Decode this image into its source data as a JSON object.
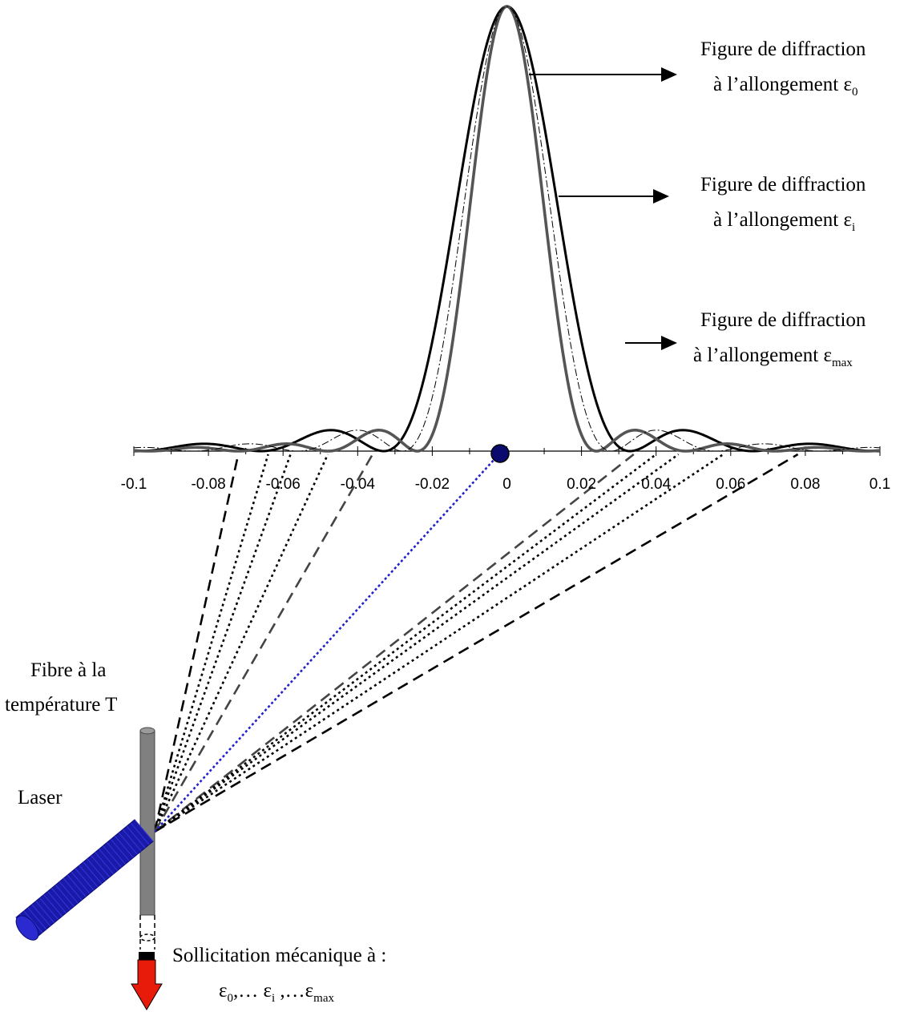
{
  "chart_data": {
    "type": "line",
    "x_range": [
      -0.1,
      0.1
    ],
    "x_ticks": [
      -0.1,
      -0.08,
      -0.06,
      -0.04,
      -0.02,
      0,
      0.02,
      0.04,
      0.06,
      0.08,
      0.1
    ],
    "x_tick_labels": [
      "-0.1",
      "-0.08",
      "-0.06",
      "-0.04",
      "-0.02",
      "0",
      "0.02",
      "0.04",
      "0.06",
      "0.08",
      "0.1"
    ],
    "series": [
      {
        "first_zero": 0.033,
        "stroke": "#000000",
        "style": "solid-thick"
      },
      {
        "first_zero": 0.024,
        "stroke": "#555555",
        "style": "solid-thick"
      },
      {
        "first_zero": 0.028,
        "stroke": "#000000",
        "style": "dash-dot-thin"
      }
    ]
  },
  "annotations": [
    {
      "line1": "Figure de diffraction",
      "line2_prefix": "à l’allongement ε",
      "subscript": "0"
    },
    {
      "line1": "Figure de diffraction",
      "line2_prefix": "à l’allongement ε",
      "subscript": "i"
    },
    {
      "line1": "Figure de diffraction",
      "line2_prefix": "à l’allongement ε",
      "subscript": "max"
    }
  ],
  "labels": {
    "fibre_line1": "Fibre à la",
    "fibre_line2": "température T",
    "laser": "Laser",
    "sollicitation_line1": "Sollicitation mécanique à :",
    "sollicitation_eps": "ε",
    "sollicitation_sub0": "0",
    "sollicitation_mid1": ",… ε",
    "sollicitation_subi": "i",
    "sollicitation_mid2": " ,…ε",
    "sollicitation_submax": "max"
  },
  "colors": {
    "laser": "#1a1aa8",
    "fibre": "#808080",
    "center_dot": "#0a0a6e",
    "center_ray": "#2222cc",
    "force_arrow": "#e81a0a"
  }
}
